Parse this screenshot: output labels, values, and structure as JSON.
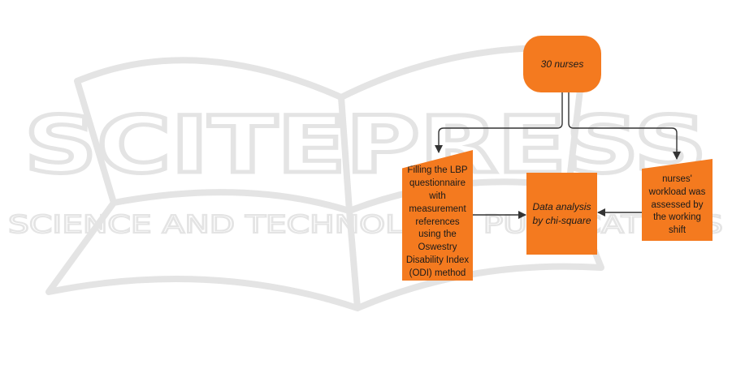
{
  "watermark": {
    "title": "SCITEPRESS",
    "subtitle": "SCIENCE AND TECHNOLOGY PUBLICATIONS"
  },
  "flowchart": {
    "start": "30 nurses",
    "left_step": "Filling the LBP questionnaire with measurement references using the Oswestry Disability Index (ODI) method",
    "right_step": "nurses' workload was assessed by the working shift",
    "analysis": "Data analysis by chi-square"
  },
  "colors": {
    "node_fill": "#f47a1f",
    "arrow": "#333333",
    "watermark": "#e6e6e6"
  }
}
